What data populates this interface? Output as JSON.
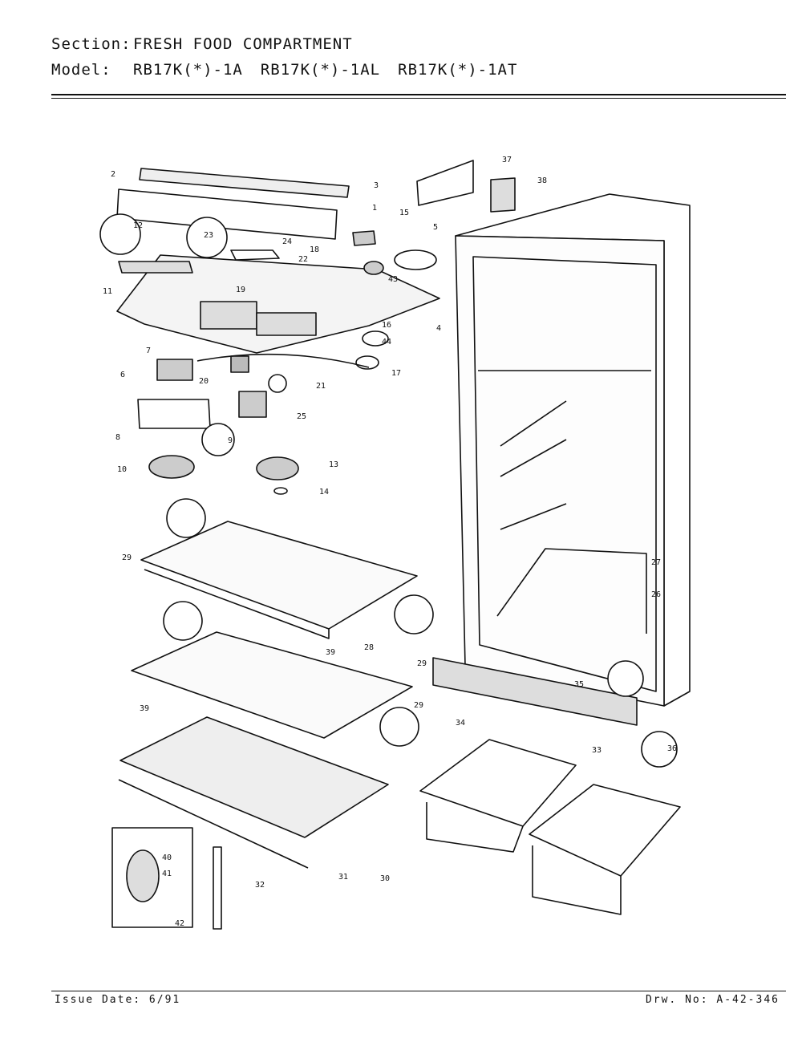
{
  "header": {
    "section_label": "Section:",
    "section_value": "FRESH FOOD COMPARTMENT",
    "model_label": "Model:",
    "models": [
      "RB17K(*)-1A",
      "RB17K(*)-1AL",
      "RB17K(*)-1AT"
    ]
  },
  "footer": {
    "issue_date": "Issue Date: 6/91",
    "drawing_no": "Drw. No: A-42-346"
  },
  "callouts": [
    "1",
    "2",
    "3",
    "4",
    "5",
    "6",
    "7",
    "8",
    "9",
    "10",
    "11",
    "12",
    "13",
    "14",
    "15",
    "16",
    "17",
    "18",
    "19",
    "20",
    "21",
    "22",
    "23",
    "24",
    "25",
    "26",
    "27",
    "28",
    "29",
    "29",
    "29",
    "30",
    "31",
    "32",
    "33",
    "34",
    "35",
    "36",
    "37",
    "38",
    "39",
    "39",
    "40",
    "41",
    "42",
    "43",
    "44"
  ]
}
